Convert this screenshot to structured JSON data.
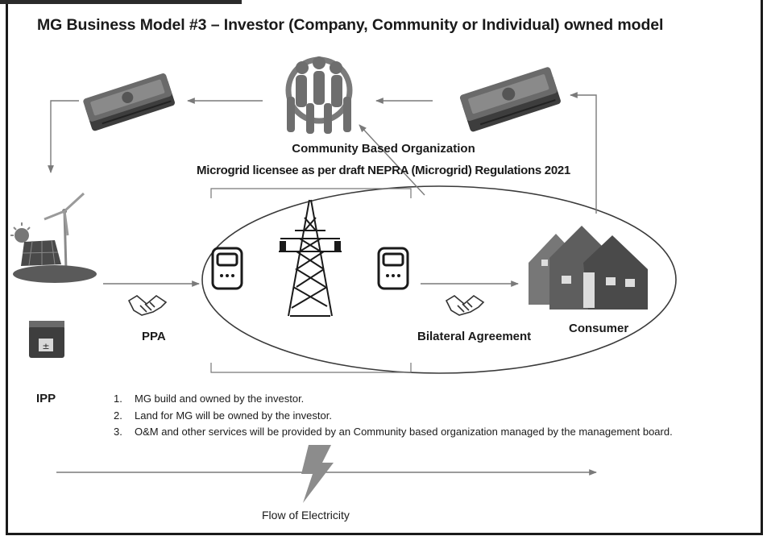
{
  "title": "MG Business Model #3 – Investor (Company, Community or Individual) owned model",
  "community": {
    "name": "Community Based Organization",
    "licensee_text": "Microgrid licensee as per draft NEPRA (Microgrid) Regulations 2021"
  },
  "labels": {
    "ppa": "PPA",
    "bilateral": "Bilateral Agreement",
    "consumer": "Consumer",
    "ipp": "IPP",
    "flow": "Flow of Electricity"
  },
  "notes": [
    {
      "num": "1.",
      "text": "MG build and owned by the investor."
    },
    {
      "num": "2.",
      "text": "Land for MG will be owned by the investor."
    },
    {
      "num": "3.",
      "text": "O&M and other services will be provided by an Community based organization managed by the management board."
    }
  ],
  "icons": [
    "money-stack-icon",
    "community-people-icon",
    "solar-wind-icon",
    "battery-icon",
    "smart-meter-icon",
    "transmission-tower-icon",
    "handshake-icon",
    "houses-icon",
    "lightning-bolt-icon"
  ],
  "colors": {
    "ink": "#1a1a1a",
    "gray": "#7a7a7a",
    "dark": "#3a3a3a"
  }
}
